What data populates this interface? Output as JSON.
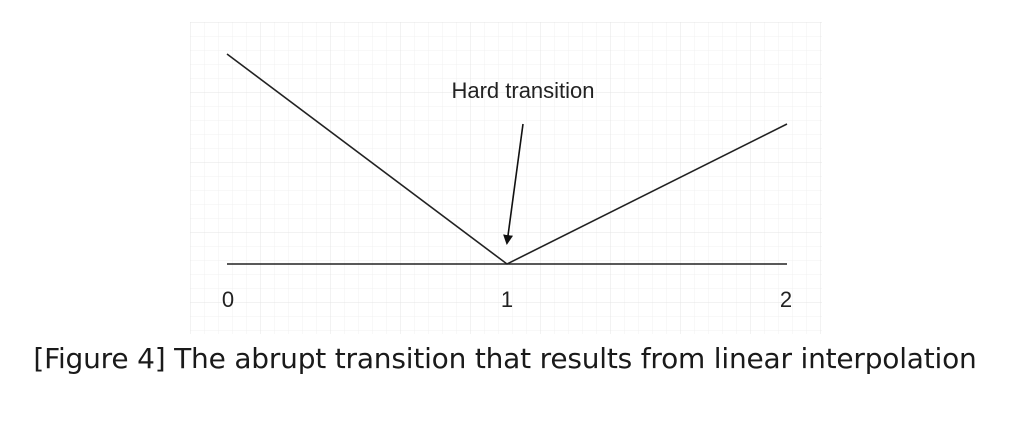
{
  "diagram": {
    "annotation": "Hard transition",
    "x_ticks": [
      "0",
      "1",
      "2"
    ],
    "line_color": "#222222",
    "grid_color": "#e9e9e9",
    "curve": [
      {
        "x": 0,
        "y": 1.5
      },
      {
        "x": 1,
        "y": 0
      },
      {
        "x": 2,
        "y": 1.0
      }
    ]
  },
  "caption": "[Figure 4] The abrupt transition that results from linear interpolation"
}
